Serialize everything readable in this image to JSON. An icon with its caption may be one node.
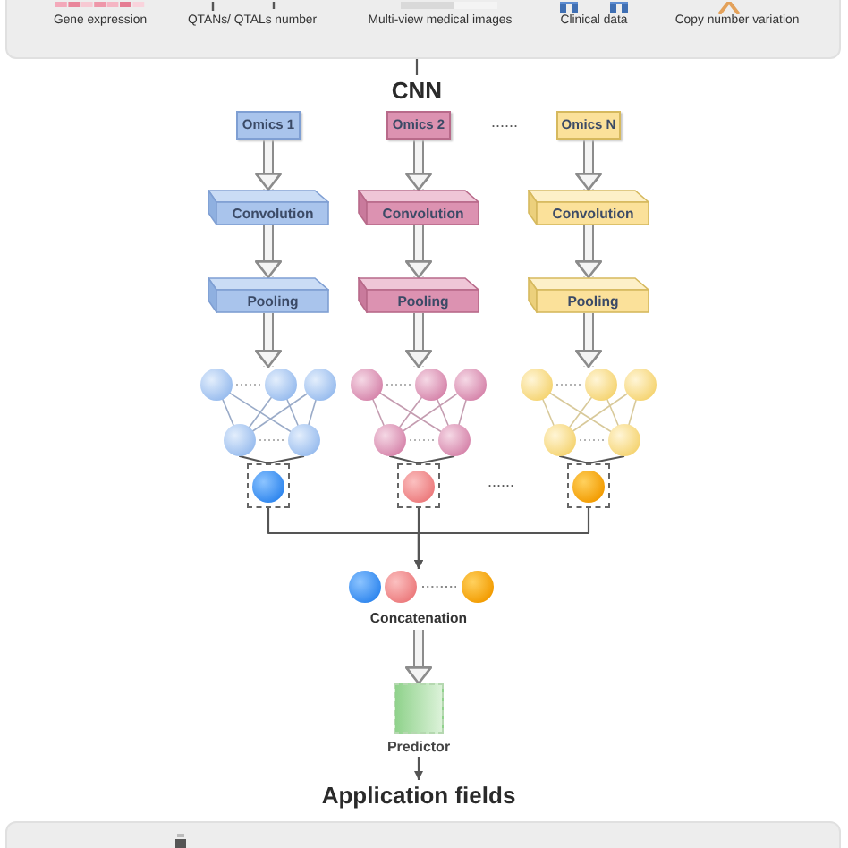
{
  "diagram": {
    "nodes": [
      {
        "text": [],
        "shape": "box"
      },
      {
        "text": [
          "Gene expression"
        ],
        "in": 0
      },
      {
        "text": [
          "QTANs/ QTALs number"
        ],
        "in": 0
      },
      {
        "text": [
          "Multi-view medical images"
        ],
        "in": 0
      },
      {
        "text": [
          "Clinical data"
        ],
        "in": 0
      },
      {
        "text": [
          "Copy number variation"
        ],
        "in": 0
      },
      {
        "text": [
          "CNN"
        ]
      },
      {
        "text": [
          "Omics 1"
        ]
      },
      {
        "text": [
          "Omics 2"
        ]
      },
      {
        "text": [
          "Omics N"
        ]
      },
      {
        "text": [
          "Convolution"
        ]
      },
      {
        "text": [
          "Convolution"
        ]
      },
      {
        "text": [
          "Convolution"
        ]
      },
      {
        "text": [
          "Pooling"
        ]
      },
      {
        "text": [
          "Pooling"
        ]
      },
      {
        "text": [
          "Pooling"
        ]
      },
      {
        "text": [],
        "shape": "picture"
      },
      {
        "text": [],
        "shape": "picture"
      },
      {
        "text": [],
        "shape": "picture"
      },
      {
        "text": [],
        "shape": "circle"
      },
      {
        "text": [],
        "shape": "circle"
      },
      {
        "text": [],
        "shape": "circle"
      },
      {
        "text": [
          "Concatenation"
        ]
      },
      {
        "text": [
          "Predictor"
        ]
      },
      {
        "text": [
          "Application fields"
        ]
      },
      {
        "text": [],
        "shape": "box"
      }
    ],
    "edges": [
      {
        "from": 0,
        "to": 6,
        "arrow": "none"
      },
      {
        "from": 7,
        "to": 10,
        "arrow": "to",
        "style": "thick"
      },
      {
        "from": 8,
        "to": 11,
        "arrow": "to",
        "style": "thick"
      },
      {
        "from": 9,
        "to": 12,
        "arrow": "to",
        "style": "thick"
      },
      {
        "from": 10,
        "to": 13,
        "arrow": "to",
        "style": "thick"
      },
      {
        "from": 11,
        "to": 14,
        "arrow": "to",
        "style": "thick"
      },
      {
        "from": 12,
        "to": 15,
        "arrow": "to",
        "style": "thick"
      },
      {
        "from": 13,
        "to": 16,
        "arrow": "to",
        "style": "thick"
      },
      {
        "from": 14,
        "to": 17,
        "arrow": "to",
        "style": "thick"
      },
      {
        "from": 15,
        "to": 18,
        "arrow": "to",
        "style": "thick"
      },
      {
        "from": 16,
        "to": 19,
        "arrow": "none"
      },
      {
        "from": 17,
        "to": 20,
        "arrow": "none"
      },
      {
        "from": 18,
        "to": 21,
        "arrow": "none"
      },
      {
        "from": 19,
        "to": 22,
        "arrow": "to"
      },
      {
        "from": 20,
        "to": 22,
        "arrow": "to"
      },
      {
        "from": 21,
        "to": 22,
        "arrow": "to"
      },
      {
        "from": 22,
        "to": 23,
        "arrow": "to",
        "style": "thick"
      },
      {
        "from": 23,
        "to": 24,
        "arrow": "to"
      }
    ],
    "labels": [
      "......",
      "......"
    ]
  }
}
